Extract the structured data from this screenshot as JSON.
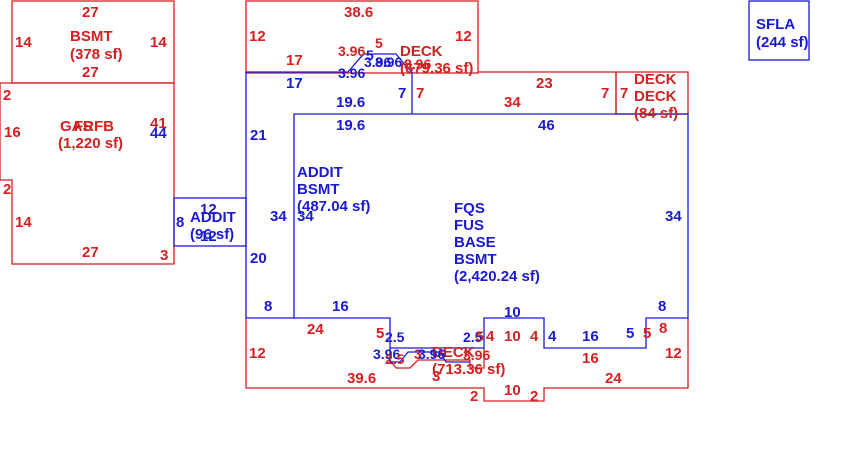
{
  "colors": {
    "red": "#d42020",
    "blue": "#1a1ad0"
  },
  "labels": {
    "bsmt": [
      "BSMT",
      "(378 sf)"
    ],
    "gas": [
      "GAS",
      "(1,220 sf)"
    ],
    "frfb": "FRFB",
    "addit_small": [
      "ADDIT",
      "(96 sf)"
    ],
    "addit_bsmt": [
      "ADDIT",
      "BSMT",
      "(487.04 sf)"
    ],
    "main": [
      "FQS",
      "FUS",
      "BASE",
      "BSMT",
      "(2,420.24 sf)"
    ],
    "deck_top": [
      "DECK",
      "(679.36 sf)"
    ],
    "deck_right": [
      "DECK",
      "DECK",
      "(84 sf)"
    ],
    "deck_bottom": [
      "DECK",
      "(713.36 sf)"
    ],
    "sfla": [
      "SFLA",
      "(244 sf)"
    ]
  },
  "dims": {
    "d27a": "27",
    "d14a": "14",
    "d14b": "14",
    "d27b": "27",
    "d2a": "2",
    "d16a": "16",
    "d41": "41",
    "d44": "44",
    "d2b": "2",
    "d14c": "14",
    "d27c": "27",
    "d3a": "3",
    "d12a": "12",
    "d8a": "8",
    "d12b": "12",
    "d386": "38.6",
    "d12c": "12",
    "d12d": "12",
    "d17a": "17",
    "d396a": "3.96",
    "d5a": "5",
    "d896a": "8.96",
    "d17b": "17",
    "d396b": "3.96",
    "d396c": "3.96",
    "d5b": "5",
    "d896b": "8.96",
    "d196a": "19.6",
    "d7a": "7",
    "d7b": "7",
    "d34a": "34",
    "d23": "23",
    "d7c": "7",
    "d7d": "7",
    "d196b": "19.6",
    "d46": "46",
    "d21": "21",
    "d34b": "34",
    "d34c": "34",
    "d20": "20",
    "d34d": "34",
    "d8b": "8",
    "d16b": "16",
    "d10a": "10",
    "d8c": "8",
    "d24a": "24",
    "d5c": "5",
    "d25a": "2.5",
    "d25b": "2.5",
    "d5d": "5",
    "d4a": "4",
    "d10b": "10",
    "d4b": "4",
    "d4c": "4",
    "d16c": "16",
    "d5e": "5",
    "d5f": "5",
    "d8d": "8",
    "d12e": "12",
    "d396d": "3.96",
    "d25c": "2.5",
    "d3b": "3",
    "d396e": "3.96",
    "d396f": "3.96",
    "d16d": "16",
    "d12f": "12",
    "d396g": "39.6",
    "d3c": "3",
    "d24b": "24",
    "d2c": "2",
    "d10c": "10",
    "d2d": "2"
  }
}
